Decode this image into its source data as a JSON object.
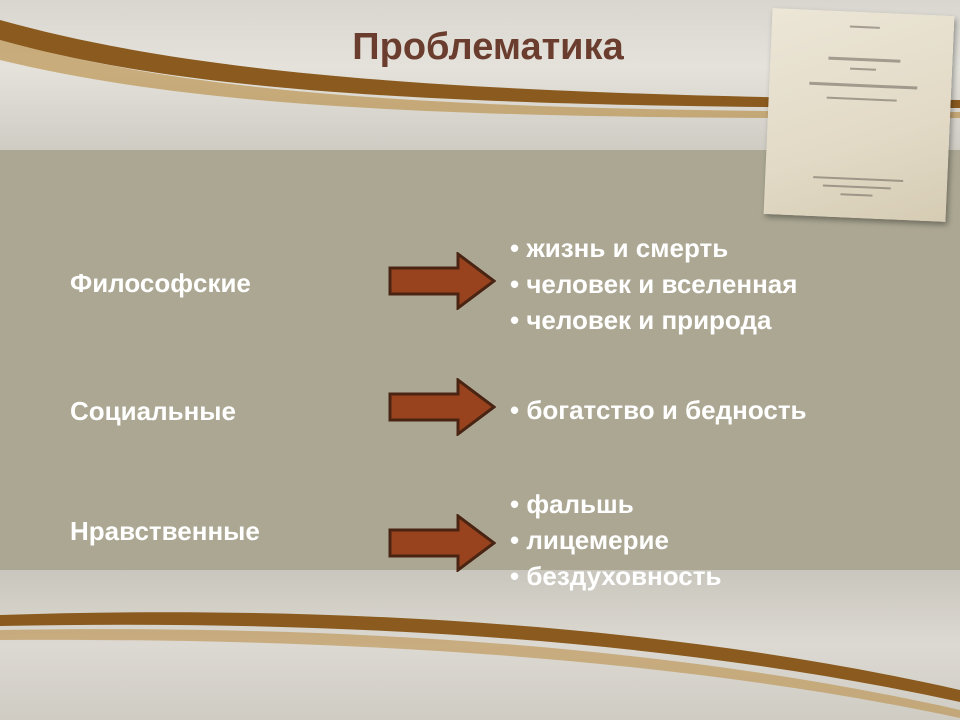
{
  "title": "Проблематика",
  "colors": {
    "title": "#6b3d2e",
    "panel": "#aba793",
    "arrow_fill": "#98431d",
    "arrow_stroke": "#4a2413",
    "text": "#ffffff"
  },
  "book": {
    "icon": "book-cover-image"
  },
  "rows": [
    {
      "label": "Философские",
      "items": [
        "• жизнь и смерть",
        "• человек и вселенная",
        "• человек и природа"
      ]
    },
    {
      "label": "Социальные",
      "items": [
        "• богатство и бедность"
      ]
    },
    {
      "label": "Нравственные",
      "items": [
        "• фальшь",
        "• лицемерие",
        "• бездуховность"
      ]
    }
  ]
}
